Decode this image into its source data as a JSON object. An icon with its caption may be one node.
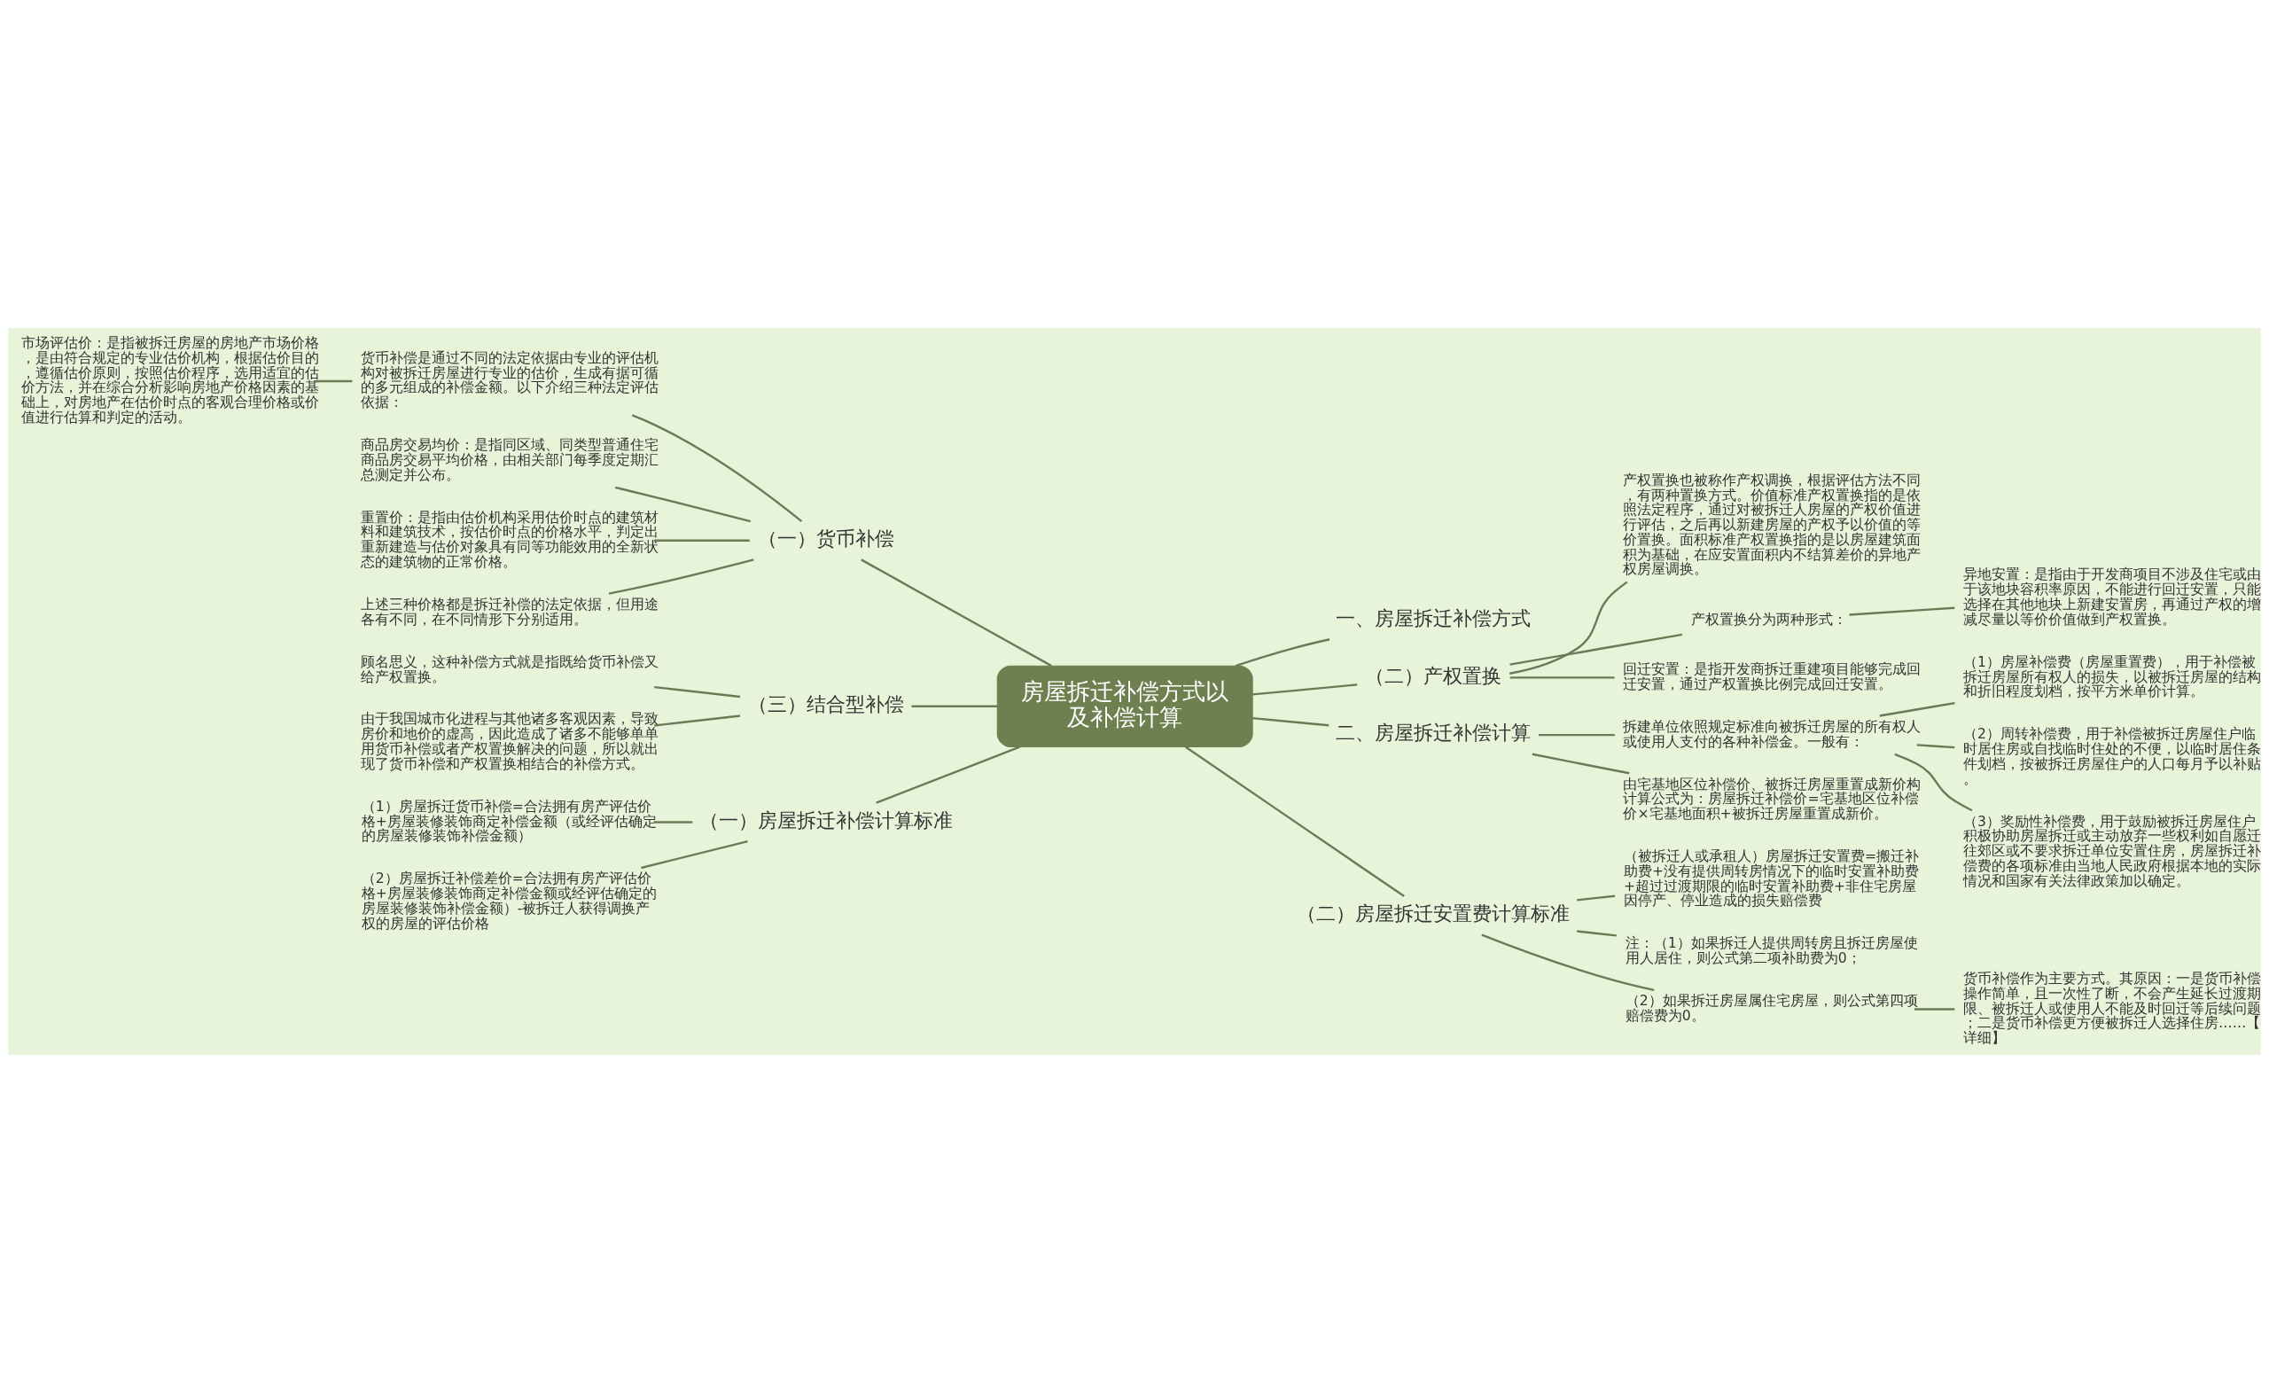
{
  "diagram": {
    "nodes": [
      {
        "text": [
          "房屋拆迁补偿方式以及补偿计算"
        ]
      },
      {
        "text": [
          "一、房屋拆迁补偿方式"
        ]
      },
      {
        "text": [
          "（二）产权置换"
        ]
      },
      {
        "text": [
          "产权置换也被称作产权调换，根据评估方法不同，有两种置换方式。价值标准产权置换指的是依照法定程序，通过对被拆迁人房屋的产权价值进行评估，之后再以新建房屋的产权予以价值的等价置换。面积标准产权置换指的是以房屋建筑面积为基础，在应安置面积内不结算差价的异地产权房屋调换。"
        ]
      },
      {
        "text": [
          "产权置换分为两种形式："
        ]
      },
      {
        "text": [
          "异地安置：是指由于开发商项目不涉及住宅或由于该地块容积率原因，不能进行回迁安置，只能选择在其他地块上新建安置房，再通过产权的增减尽量以等价价值做到产权置换。"
        ]
      },
      {
        "text": [
          "回迁安置：是指开发商拆迁重建项目能够完成回迁安置，通过产权置换比例完成回迁安置。"
        ]
      },
      {
        "text": [
          "二、房屋拆迁补偿计算"
        ]
      },
      {
        "text": [
          "拆建单位依照规定标准向被拆迁房屋的所有权人或使用人支付的各种补偿金。一般有："
        ]
      },
      {
        "text": [
          "（1）房屋补偿费（房屋重置费），用于补偿被拆迁房屋所有权人的损失，以被拆迁房屋的结构和折旧程度划档，按平方米单价计算。"
        ]
      },
      {
        "text": [
          "（2）周转补偿费，用于补偿被拆迁房屋住户临时居住房或自找临时住处的不便，以临时居住条件划档，按被拆迁房屋住户的人口每月予以补贴。"
        ]
      },
      {
        "text": [
          "（3）奖励性补偿费，用于鼓励被拆迁房屋住户积极协助房屋拆迁或主动放弃一些权利如自愿迁往郊区或不要求拆迁单位安置住房，房屋拆迁补偿费的各项标准由当地人民政府根据本地的实际情况和国家有关法律政策加以确定。"
        ]
      },
      {
        "text": [
          "由宅基地区位补偿价、被拆迁房屋重置成新价构计算公式为：房屋拆迁补偿价=宅基地区位补偿价×宅基地面积+被拆迁房屋重置成新价。"
        ]
      },
      {
        "text": [
          "（二）房屋拆迁安置费计算标准"
        ]
      },
      {
        "text": [
          "（被拆迁人或承租人）房屋拆迁安置费=搬迁补助费+没有提供周转房情况下的临时安置补助费+超过过渡期限的临时安置补助费+非住宅房屋因停产、停业造成的损失赔偿费"
        ]
      },
      {
        "text": [
          "注：（1）如果拆迁人提供周转房且拆迁房屋使用人居住，则公式第二项补助费为0；"
        ]
      },
      {
        "text": [
          "（2）如果拆迁房屋属住宅房屋，则公式第四项赔偿费为0。"
        ]
      },
      {
        "text": [
          "货币补偿作为主要方式。其原因：一是货币补偿操作简单，且一次性了断，不会产生延长过渡期限、被拆迁人或使用人不能及时回迁等后续问题；二是货币补偿更方便被拆迁人选择住房……【详细】"
        ]
      },
      {
        "text": [
          "（一）货币补偿"
        ]
      },
      {
        "text": [
          "货币补偿是通过不同的法定依据由专业的评估机构对被拆迁房屋进行专业的估价，生成有据可循的多元组成的补偿金额。以下介绍三种法定评估依据："
        ]
      },
      {
        "text": [
          "市场评估价：是指被拆迁房屋的房地产市场价格，是由符合规定的专业估价机构，根据估价目的，遵循估价原则，按照估价程序，选用适宜的估价方法，并在综合分析影响房地产价格因素的基础上，对房地产在估价时点的客观合理价格或价值进行估算和判定的活动。"
        ]
      },
      {
        "text": [
          "商品房交易均价：是指同区域、同类型普通住宅商品房交易平均价格，由相关部门每季度定期汇总测定并公布。"
        ]
      },
      {
        "text": [
          "重置价：是指由估价机构采用估价时点的建筑材料和建筑技术，按估价时点的价格水平，判定出重新建造与估价对象具有同等功能效用的全新状态的建筑物的正常价格。"
        ]
      },
      {
        "text": [
          "上述三种价格都是拆迁补偿的法定依据，但用途各有不同，在不同情形下分别适用。"
        ]
      },
      {
        "text": [
          "（三）结合型补偿"
        ]
      },
      {
        "text": [
          "顾名思义，这种补偿方式就是指既给货币补偿又给产权置换。"
        ]
      },
      {
        "text": [
          "由于我国城市化进程与其他诸多客观因素，导致房价和地价的虚高，因此造成了诸多不能够单单用货币补偿或者产权置换解决的问题，所以就出现了货币补偿和产权置换相结合的补偿方式。"
        ]
      },
      {
        "text": [
          "（一）房屋拆迁补偿计算标准"
        ]
      },
      {
        "text": [
          "（1）房屋拆迁货币补偿=合法拥有房产评估价格+房屋装修装饰商定补偿金额（或经评估确定的房屋装修装饰补偿金额）"
        ]
      },
      {
        "text": [
          "（2）房屋拆迁补偿差价=合法拥有房产评估价格+房屋装修装饰商定补偿金额或经评估确定的房屋装修装饰补偿金额）-被拆迁人获得调换产权的房屋的评估价格"
        ]
      }
    ],
    "edges": [
      {
        "from": 0,
        "to": 1,
        "arrow": "none"
      },
      {
        "from": 0,
        "to": 2,
        "arrow": "none"
      },
      {
        "from": 2,
        "to": 3,
        "arrow": "none"
      },
      {
        "from": 2,
        "to": 4,
        "arrow": "none"
      },
      {
        "from": 4,
        "to": 5,
        "arrow": "none"
      },
      {
        "from": 2,
        "to": 6,
        "arrow": "none"
      },
      {
        "from": 0,
        "to": 7,
        "arrow": "none"
      },
      {
        "from": 7,
        "to": 8,
        "arrow": "none"
      },
      {
        "from": 8,
        "to": 9,
        "arrow": "none"
      },
      {
        "from": 8,
        "to": 10,
        "arrow": "none"
      },
      {
        "from": 8,
        "to": 11,
        "arrow": "none"
      },
      {
        "from": 7,
        "to": 12,
        "arrow": "none"
      },
      {
        "from": 0,
        "to": 13,
        "arrow": "none"
      },
      {
        "from": 13,
        "to": 14,
        "arrow": "none"
      },
      {
        "from": 13,
        "to": 15,
        "arrow": "none"
      },
      {
        "from": 13,
        "to": 16,
        "arrow": "none"
      },
      {
        "from": 16,
        "to": 17,
        "arrow": "none"
      },
      {
        "from": 0,
        "to": 18,
        "arrow": "none"
      },
      {
        "from": 18,
        "to": 19,
        "arrow": "none"
      },
      {
        "from": 19,
        "to": 20,
        "arrow": "none"
      },
      {
        "from": 18,
        "to": 21,
        "arrow": "none"
      },
      {
        "from": 18,
        "to": 22,
        "arrow": "none"
      },
      {
        "from": 18,
        "to": 23,
        "arrow": "none"
      },
      {
        "from": 0,
        "to": 24,
        "arrow": "none"
      },
      {
        "from": 24,
        "to": 25,
        "arrow": "none"
      },
      {
        "from": 24,
        "to": 26,
        "arrow": "none"
      },
      {
        "from": 0,
        "to": 27,
        "arrow": "none"
      },
      {
        "from": 27,
        "to": 28,
        "arrow": "none"
      },
      {
        "from": 27,
        "to": 29,
        "arrow": "none"
      }
    ]
  }
}
